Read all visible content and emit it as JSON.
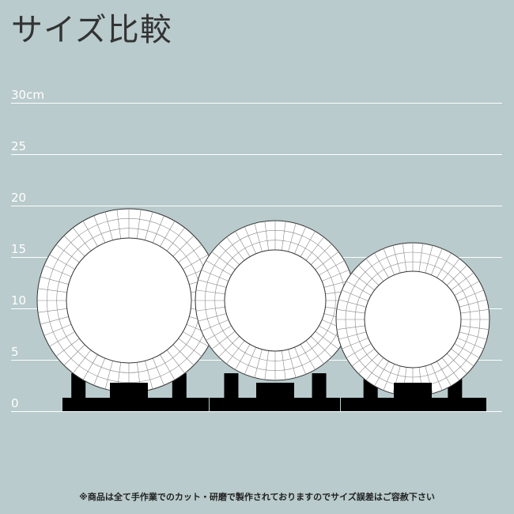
{
  "title": "サイズ比較",
  "axis": {
    "ticks": [
      {
        "value": 30,
        "label": "30cm"
      },
      {
        "value": 25,
        "label": "25"
      },
      {
        "value": 20,
        "label": "20"
      },
      {
        "value": 15,
        "label": "15"
      },
      {
        "value": 10,
        "label": "10"
      },
      {
        "value": 5,
        "label": "5"
      },
      {
        "value": 0,
        "label": "0"
      }
    ],
    "unit": "cm"
  },
  "plates": [
    {
      "diameter_cm": 17.8
    },
    {
      "diameter_cm": 15.5
    },
    {
      "diameter_cm": 14.8
    }
  ],
  "colors": {
    "background": "#b9cbcc",
    "gridline": "#ffffff",
    "plate": "#ffffff",
    "stand": "#000000",
    "title": "#333333"
  },
  "footnote": "※商品は全て手作業でのカット・研磨で製作されておりますのでサイズ誤差はご容赦下さい"
}
